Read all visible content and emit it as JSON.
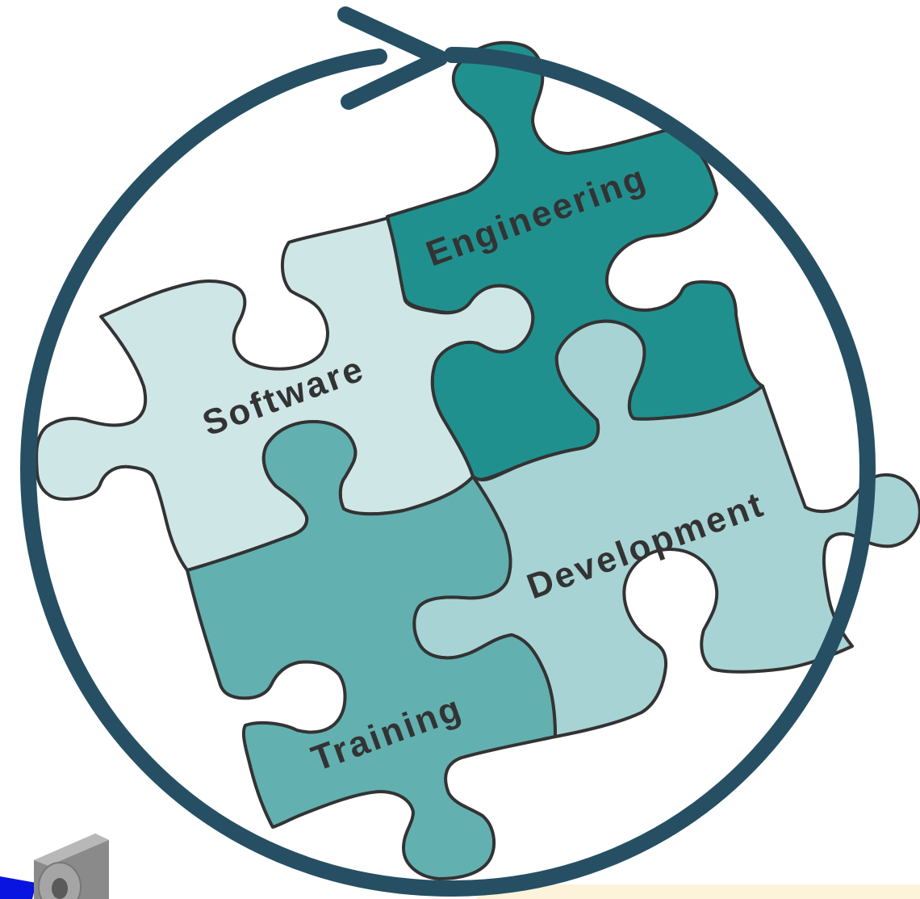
{
  "labels": {
    "engineering": "Engineering",
    "software": "Software",
    "development": "Development",
    "training": "Training"
  },
  "colors": {
    "ring": "#264f63",
    "engineering": "#20908f",
    "software": "#cfe6e7",
    "development": "#a8d3d4",
    "training": "#63b0b1",
    "outline": "#333333",
    "footer_bar": "#fdf3da",
    "corner_blue": "#0a14e0"
  },
  "icons": {
    "arrow": "circular-arrow-icon",
    "corner": "spool-icon"
  }
}
